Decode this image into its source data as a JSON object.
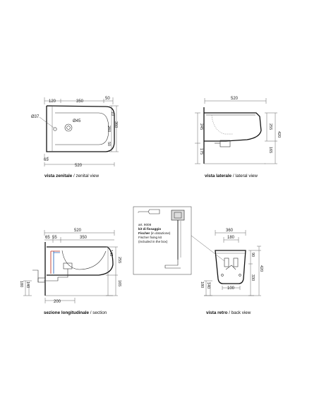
{
  "views": {
    "top": {
      "dims": {
        "d120": "120",
        "d350": "350",
        "d50": "50",
        "d37": "Ø37",
        "d45": "Ø45",
        "d10": "10",
        "d260": "260",
        "d360": "360",
        "d50b": "50",
        "d65": "65",
        "d520": "520"
      },
      "caption_main": "vista zenitale",
      "caption_sub": "/ zenital view"
    },
    "side": {
      "dims": {
        "d520": "520",
        "d245": "245",
        "d175": "175",
        "d255": "255",
        "d420": "420",
        "d165": "165"
      },
      "caption_main": "vista laterale",
      "caption_sub": "/ lateral view"
    },
    "section": {
      "dims": {
        "d520": "520",
        "d65": "65",
        "d55": "55",
        "d350": "350",
        "d145": "145",
        "d255": "255",
        "d165": "165",
        "d180": "180",
        "d140": "140",
        "d200": "200"
      },
      "caption_main": "sezione longitudinale",
      "caption_sub": "/ section"
    },
    "kit": {
      "art": "art. 9008",
      "line1": "kit di fissaggio",
      "line2": "Fischer",
      "line2_note": "(in dotazione)",
      "line3": "Fischer fixing kit",
      "line4": "(included in the box)"
    },
    "back": {
      "dims": {
        "d360": "360",
        "d180": "180",
        "d90": "90",
        "d330": "330",
        "d420": "420",
        "d180b": "180",
        "d140": "140",
        "d100": "100"
      },
      "caption_main": "vista retro",
      "caption_sub": "/ back view"
    }
  }
}
